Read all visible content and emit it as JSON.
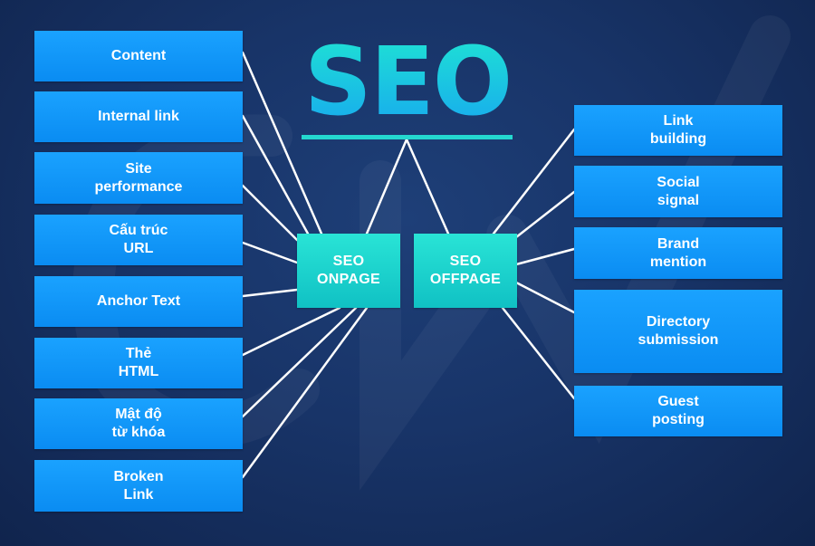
{
  "title": "SEO",
  "center": {
    "onpage": "SEO\nONPAGE",
    "offpage": "SEO\nOFFPAGE"
  },
  "onpage_items": [
    "Content",
    "Internal link",
    "Site\nperformance",
    "Cấu trúc\nURL",
    "Anchor Text",
    "Thẻ\nHTML",
    "Mật độ\ntừ khóa",
    "Broken\nLink"
  ],
  "offpage_items": [
    "Link\nbuilding",
    "Social\nsignal",
    "Brand\nmention",
    "Directory\nsubmission",
    "Guest\nposting"
  ],
  "colors": {
    "background": "#183468",
    "item_box": "#0f94f7",
    "center_box": "#1fd3cf",
    "title_gradient_top": "#1fe6d2",
    "title_gradient_bottom": "#17a6f0",
    "connector": "#ffffff"
  }
}
